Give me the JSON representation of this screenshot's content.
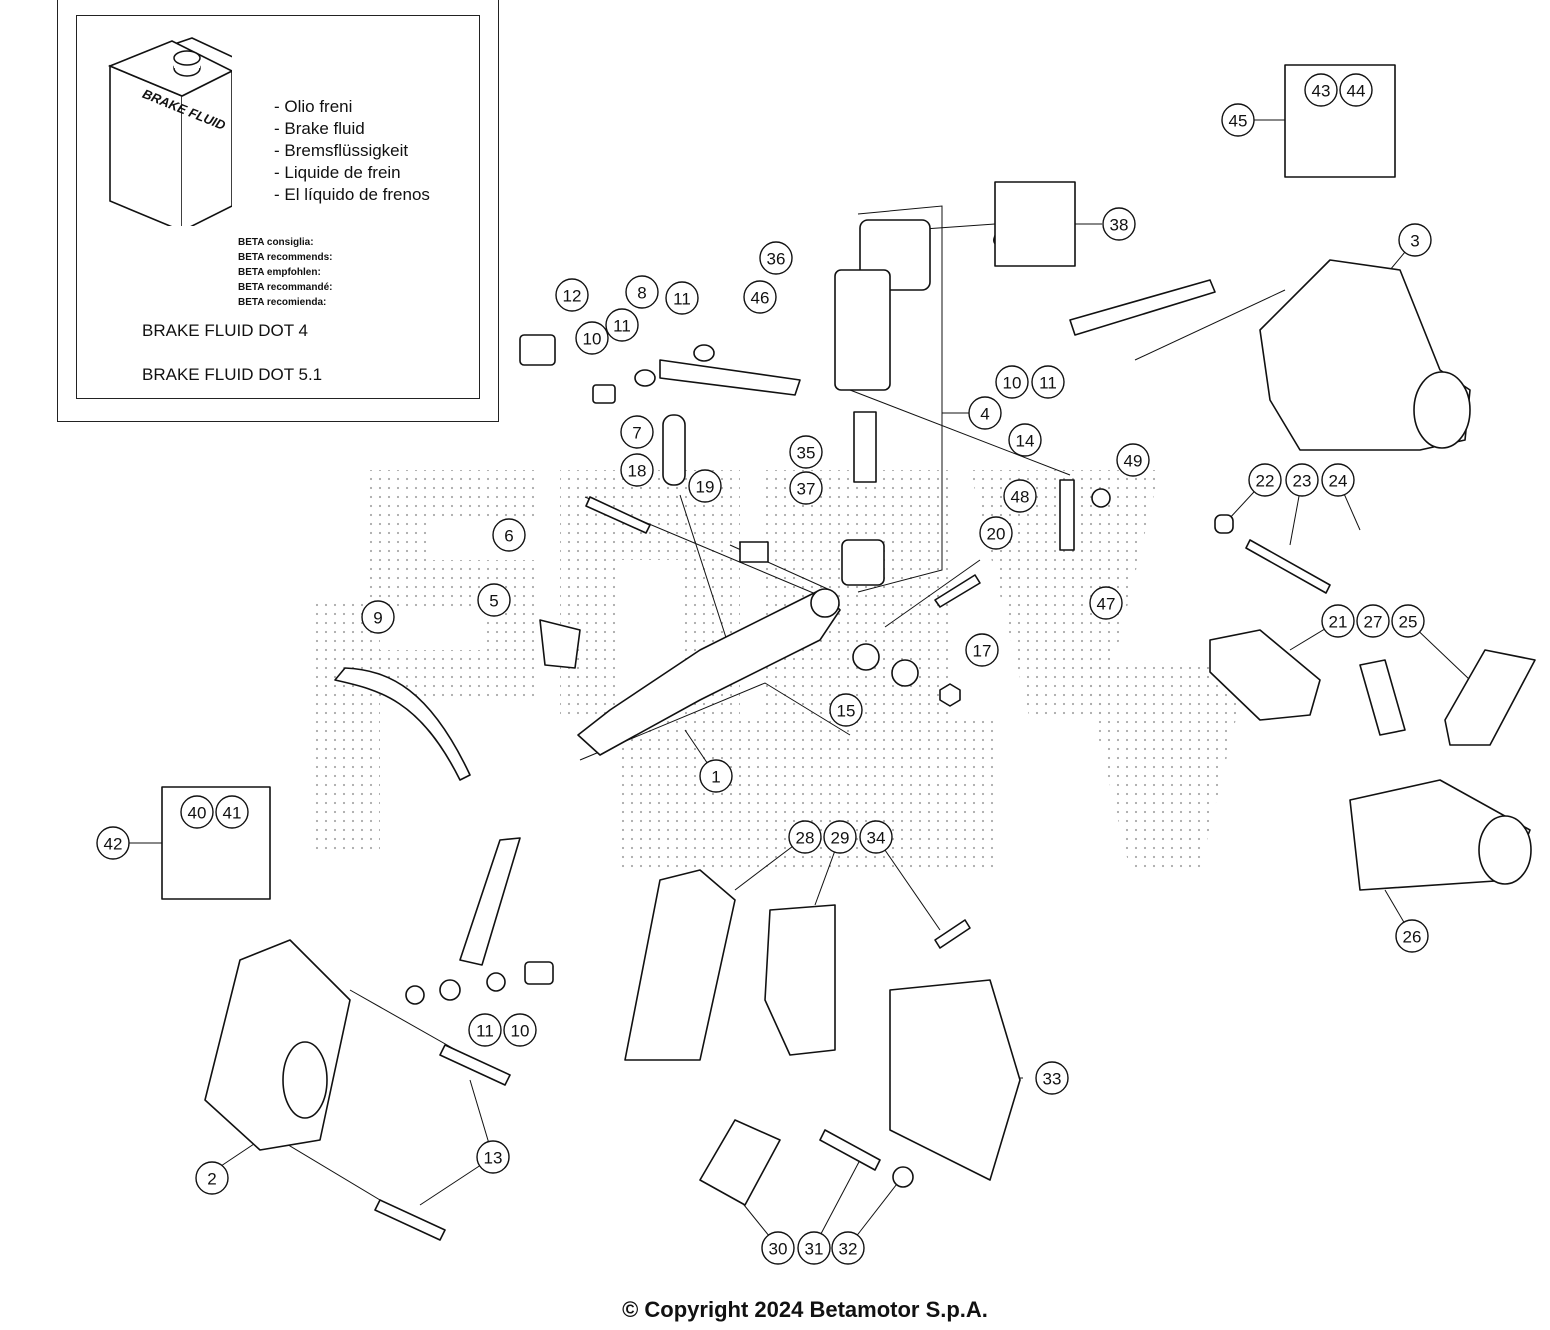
{
  "legend": {
    "can_label": "BRAKE FLUID",
    "fluid_names": [
      "- Olio freni",
      "- Brake fluid",
      "- Bremsflüssigkeit",
      "- Liquide de frein",
      "- El líquido de frenos"
    ],
    "recommendations": [
      "BETA consiglia:",
      "BETA recommends:",
      "BETA empfohlen:",
      "BETA recommandé:",
      "BETA recomienda:"
    ],
    "dot4": "BRAKE FLUID DOT 4",
    "dot51": "BRAKE FLUID DOT 5.1"
  },
  "callouts": [
    "1",
    "2",
    "3",
    "4",
    "5",
    "6",
    "7",
    "8",
    "9",
    "10",
    "11",
    "12",
    "13",
    "14",
    "15",
    "17",
    "18",
    "19",
    "20",
    "21",
    "22",
    "23",
    "24",
    "25",
    "26",
    "27",
    "28",
    "29",
    "30",
    "31",
    "32",
    "33",
    "34",
    "35",
    "36",
    "37",
    "38",
    "40",
    "41",
    "42",
    "43",
    "44",
    "45",
    "46",
    "47",
    "48",
    "49"
  ],
  "copyright": "© Copyright 2024 Betamotor S.p.A."
}
